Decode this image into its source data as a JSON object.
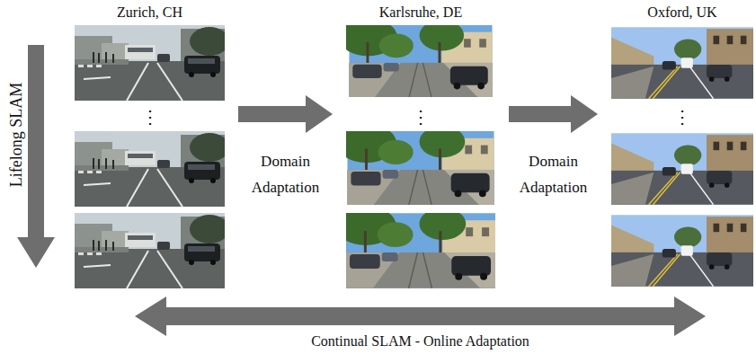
{
  "diagram": {
    "nodes": [
      {
        "text": [
          "Zurich, CH",
          "⋮"
        ]
      },
      {
        "text": [
          "Karlsruhe, DE",
          "⋮"
        ]
      },
      {
        "text": [
          "Oxford, UK",
          "⋮"
        ]
      }
    ],
    "edges": [
      {
        "from": 0,
        "to": 1,
        "arrow": "to",
        "label": "Domain Adaptation"
      },
      {
        "from": 1,
        "to": 2,
        "arrow": "to",
        "label": "Domain Adaptation"
      },
      {
        "from": 0,
        "to": 2,
        "arrow": "both",
        "label": "Continual SLAM - Online Adaptation"
      }
    ],
    "labels": [
      "Lifelong SLAM"
    ]
  }
}
